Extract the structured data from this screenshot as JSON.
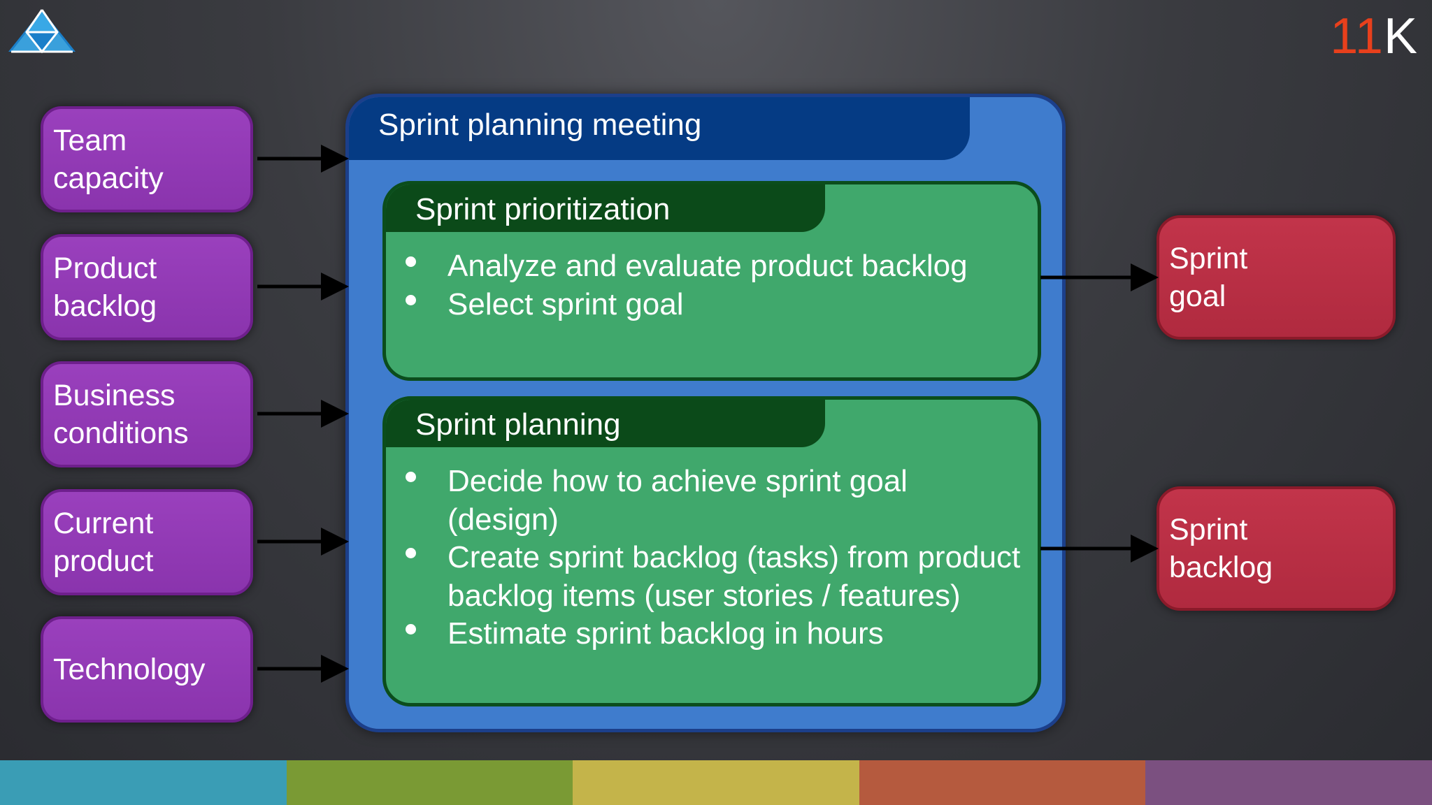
{
  "brand": {
    "number": "11",
    "letter": "K"
  },
  "logo": {
    "icon": "pyramid-logo-icon"
  },
  "inputs": [
    {
      "label": "Team\ncapacity"
    },
    {
      "label": "Product\nbacklog"
    },
    {
      "label": "Business\nconditions"
    },
    {
      "label": "Current\nproduct"
    },
    {
      "label": "Technology"
    }
  ],
  "meeting": {
    "title": "Sprint planning meeting",
    "phases": [
      {
        "title": "Sprint prioritization",
        "bullets": [
          "Analyze and evaluate product backlog",
          "Select sprint goal"
        ]
      },
      {
        "title": "Sprint planning",
        "bullets": [
          "Decide how to achieve sprint goal (design)",
          "Create sprint backlog (tasks) from product backlog items (user stories / features)",
          "Estimate sprint backlog in hours"
        ]
      }
    ]
  },
  "outputs": [
    {
      "label": "Sprint\ngoal"
    },
    {
      "label": "Sprint\nbacklog"
    }
  ],
  "colors": {
    "input_fill": "#9a40bd",
    "meeting_fill": "#3f7ccd",
    "meeting_header": "#053b84",
    "phase_fill": "#40a86c",
    "phase_header": "#0b4a19",
    "output_fill": "#c2344a",
    "brand_accent": "#e8401c",
    "stripes": [
      "#3a9db5",
      "#7a9a34",
      "#c4b44a",
      "#b55a3e",
      "#7b5080"
    ]
  }
}
